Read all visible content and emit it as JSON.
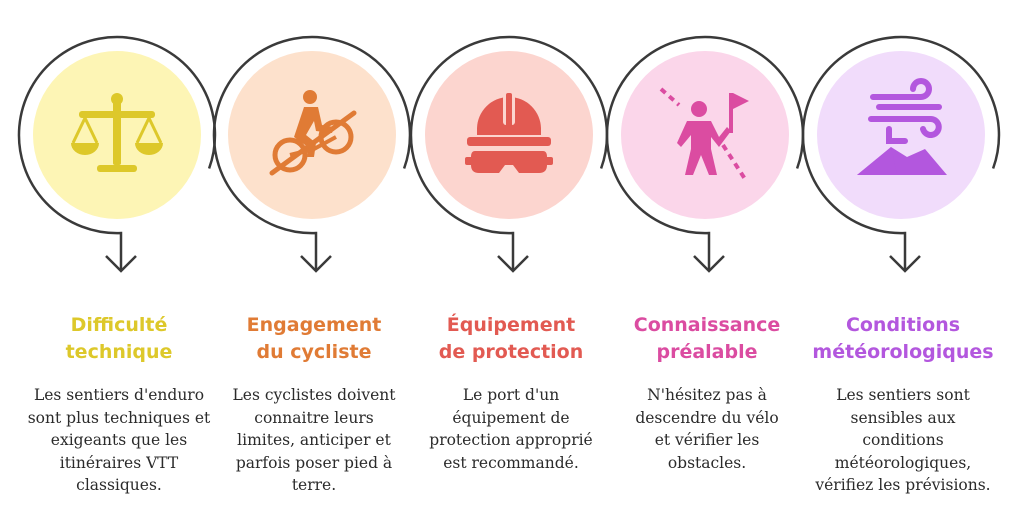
{
  "steps": [
    {
      "title": "Difficulté\ntechnique",
      "description": "Les sentiers d'enduro\nsont plus techniques et\nexigeants que les\nitinéraires VTT\nclassiques.",
      "icon": "balance-scale-icon",
      "fill": "#fdf5b5",
      "accent": "#ddc82a"
    },
    {
      "title": "Engagement\ndu cycliste",
      "description": "Les cyclistes doivent\nconnaitre leurs\nlimites, anticiper et\nparfois poser pied à\nterre.",
      "icon": "cyclist-icon",
      "fill": "#fde1cc",
      "accent": "#e07b35"
    },
    {
      "title": "Équipement\nde protection",
      "description": "Le port d'un\néquipement de\nprotection approprié\nest recommandé.",
      "icon": "helmet-goggles-icon",
      "fill": "#fcd5cf",
      "accent": "#e25a52"
    },
    {
      "title": "Connaissance\npréalable",
      "description": "N'hésitez pas à\ndescendre du vélo\net vérifier les\nobstacles.",
      "icon": "hiker-flag-icon",
      "fill": "#fbd6ea",
      "accent": "#db4ca1"
    },
    {
      "title": "Conditions\nmétéorologiques",
      "description": "Les sentiers sont\nsensibles aux\nconditions\nmétéorologiques,\nvérifiez les prévisions.",
      "icon": "wind-mountain-icon",
      "fill": "#f1dcfb",
      "accent": "#b357de"
    }
  ]
}
